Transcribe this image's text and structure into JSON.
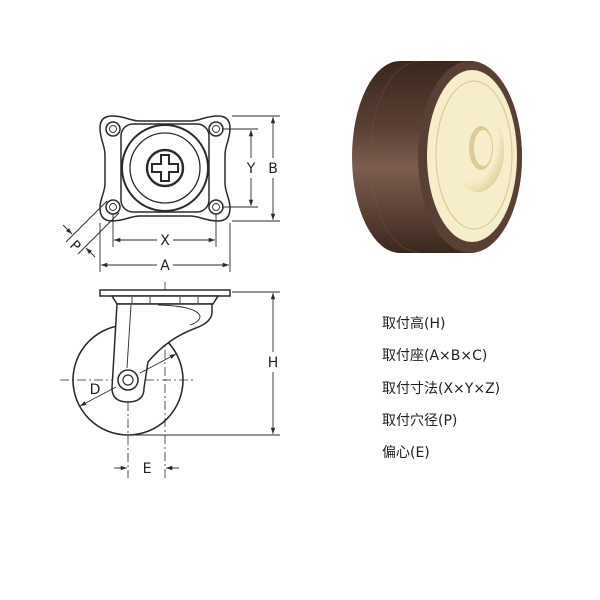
{
  "diagram": {
    "dimension_labels": {
      "A": "A",
      "B": "B",
      "X": "X",
      "Y": "Y",
      "P": "P",
      "H": "H",
      "D": "D",
      "E": "E"
    },
    "specs": [
      "取付高(H)",
      "取付座(A×B×C)",
      "取付寸法(X×Y×Z)",
      "取付穴径(P)",
      "偏心(E)"
    ]
  },
  "colors": {
    "background": "#ffffff",
    "line": "#2b2b2b",
    "text": "#222222",
    "tire_dark": "#3b271e",
    "tire_mid": "#5a4034",
    "tire_light": "#7b5e4f",
    "hub": "#f6eecb",
    "hub_shadow": "#dccb97"
  }
}
